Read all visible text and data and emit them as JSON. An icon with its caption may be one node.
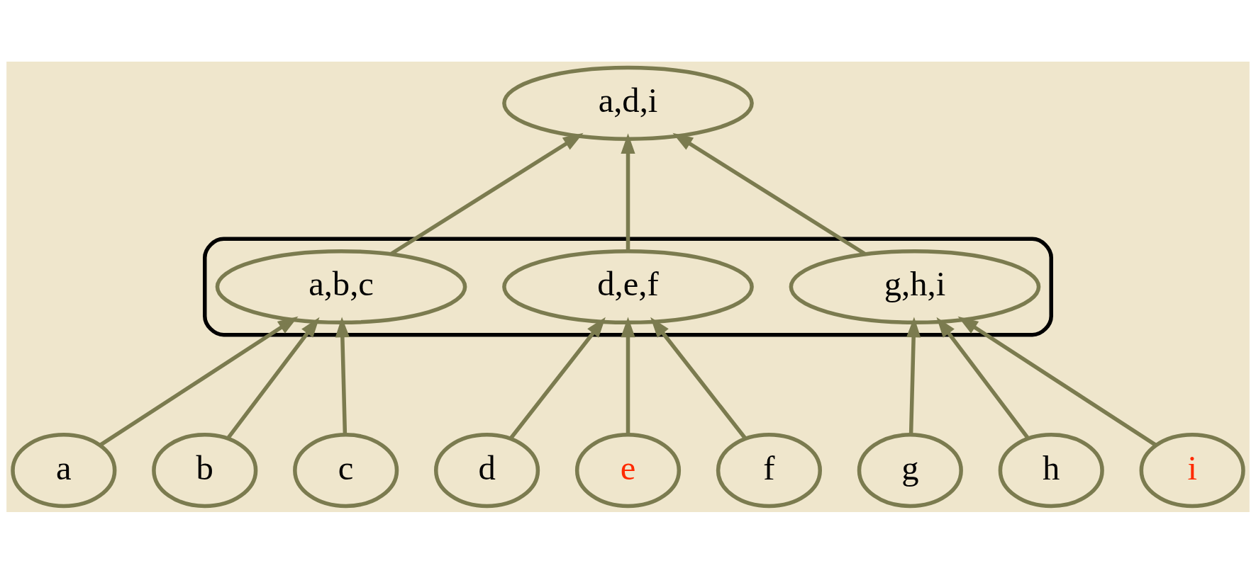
{
  "diagram": {
    "nodes": [
      {
        "text": [
          "a,d,i"
        ]
      },
      {
        "text": [],
        "shape": "ellipse"
      },
      {
        "text": [
          "a,b,c"
        ],
        "in": 1
      },
      {
        "text": [
          "d,e,f"
        ],
        "in": 1
      },
      {
        "text": [
          "g,h,i"
        ],
        "in": 1
      },
      {
        "text": [
          "a"
        ]
      },
      {
        "text": [
          "b"
        ]
      },
      {
        "text": [
          "c"
        ]
      },
      {
        "text": [
          "d"
        ]
      },
      {
        "text": [
          "e"
        ]
      },
      {
        "text": [
          "f"
        ]
      },
      {
        "text": [
          "g"
        ]
      },
      {
        "text": [
          "h"
        ]
      },
      {
        "text": [
          "i"
        ]
      }
    ],
    "edges": [
      {
        "from": 2,
        "to": 0,
        "arrow": "to"
      },
      {
        "from": 3,
        "to": 0,
        "arrow": "to"
      },
      {
        "from": 4,
        "to": 0,
        "arrow": "to"
      },
      {
        "from": 5,
        "to": 2,
        "arrow": "to"
      },
      {
        "from": 6,
        "to": 2,
        "arrow": "to"
      },
      {
        "from": 7,
        "to": 2,
        "arrow": "to"
      },
      {
        "from": 8,
        "to": 3,
        "arrow": "to"
      },
      {
        "from": 9,
        "to": 3,
        "arrow": "to"
      },
      {
        "from": 10,
        "to": 3,
        "arrow": "to"
      },
      {
        "from": 11,
        "to": 4,
        "arrow": "to"
      },
      {
        "from": 12,
        "to": 4,
        "arrow": "to"
      },
      {
        "from": 13,
        "to": 4,
        "arrow": "to"
      }
    ]
  }
}
